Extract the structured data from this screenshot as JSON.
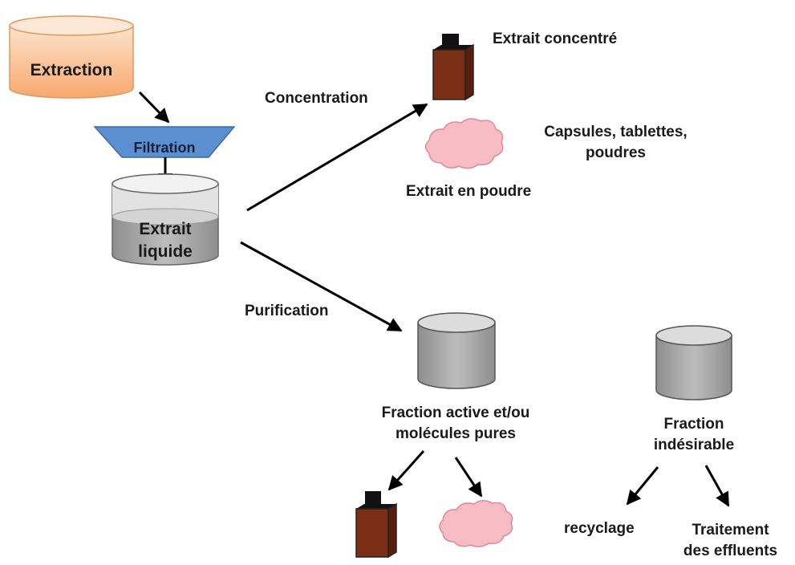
{
  "extraction": "Extraction",
  "filtration": "Filtration",
  "liquid_extract": {
    "line1": "Extrait",
    "line2": "liquide"
  },
  "concentration": "Concentration",
  "concentrated_extract": "Extrait concentré",
  "capsules": {
    "line1": "Capsules, tablettes,",
    "line2": "poudres"
  },
  "powder_extract": "Extrait en poudre",
  "purification": "Purification",
  "active_fraction": {
    "line1": "Fraction active et/ou",
    "line2": "molécules pures"
  },
  "undesirable_fraction": {
    "line1": "Fraction",
    "line2": "indésirable"
  },
  "recycling": "recyclage",
  "effluent_treatment": {
    "line1": "Traitement",
    "line2": "des effluents"
  },
  "colors": {
    "extraction_fill": "#f8b98a",
    "filtration_fill": "#5b8fd0",
    "cylinder_fill": "#a6a6a6",
    "bottle_body": "#7a2e14",
    "bottle_cap": "#111111",
    "cloud_fill": "#f7bcc4"
  }
}
